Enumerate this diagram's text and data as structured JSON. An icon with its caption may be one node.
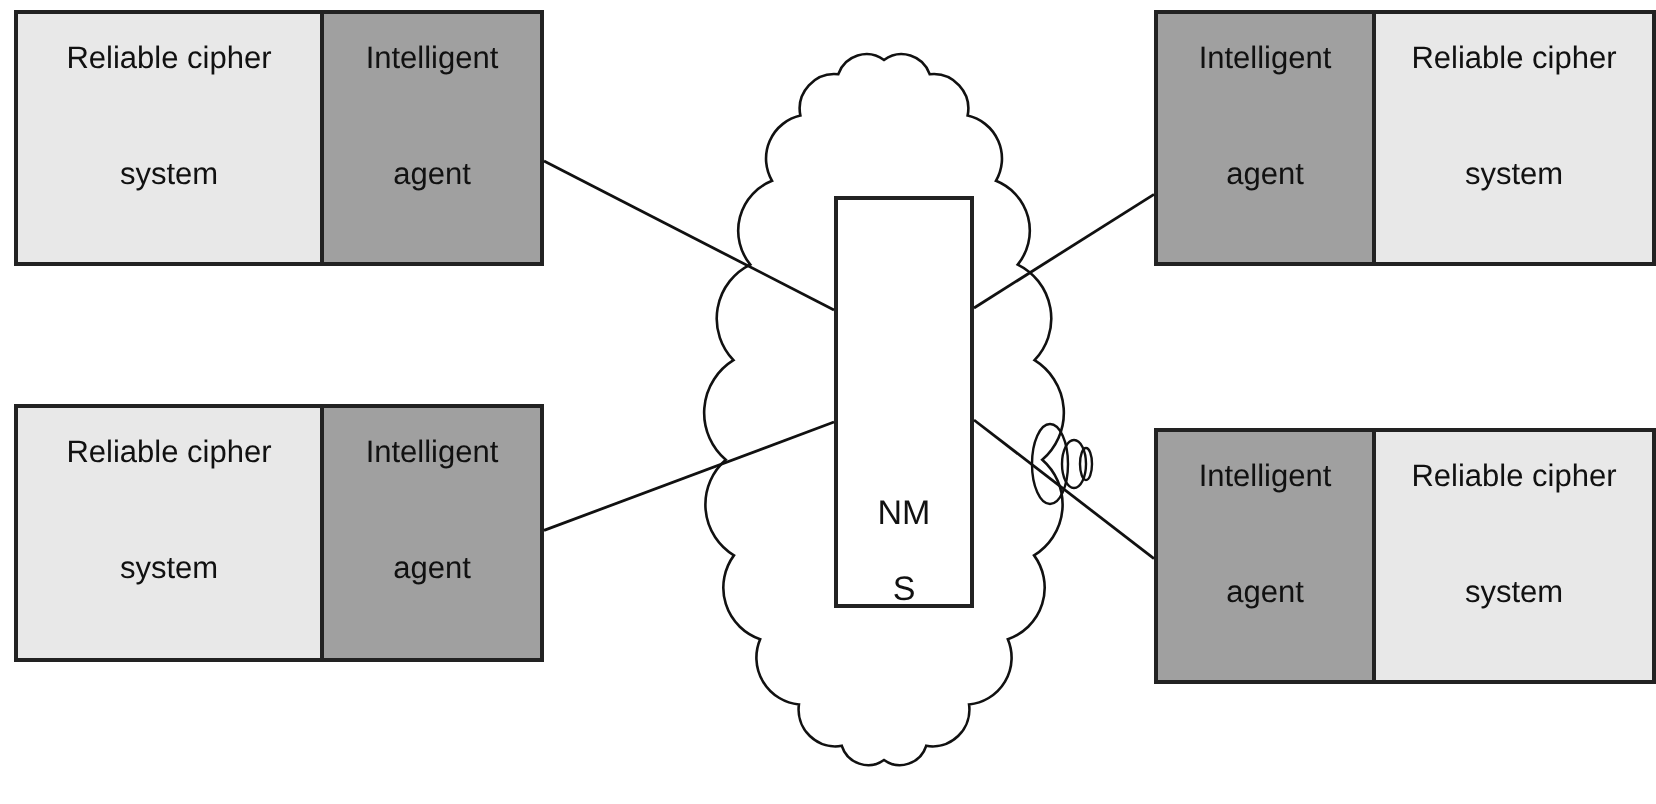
{
  "diagram": {
    "nodes": [
      {
        "text": [
          "Reliable cipher system"
        ]
      },
      {
        "text": [
          "Intelligent agent"
        ]
      },
      {
        "text": [],
        "shape": "cloud"
      },
      {
        "text": [
          "NM S"
        ],
        "in": 2
      },
      {
        "text": [
          "Intelligent agent"
        ]
      },
      {
        "text": [
          "Reliable cipher system"
        ]
      },
      {
        "text": [
          "Reliable cipher system"
        ]
      },
      {
        "text": [
          "Intelligent agent"
        ]
      },
      {
        "text": [
          "Intelligent agent"
        ]
      },
      {
        "text": [
          "Reliable cipher system"
        ]
      }
    ],
    "edges": [
      {
        "from": 1,
        "to": 3,
        "arrow": "none"
      },
      {
        "from": 4,
        "to": 3,
        "arrow": "none"
      },
      {
        "from": 7,
        "to": 3,
        "arrow": "none"
      },
      {
        "from": 8,
        "to": 3,
        "arrow": "none"
      }
    ]
  }
}
